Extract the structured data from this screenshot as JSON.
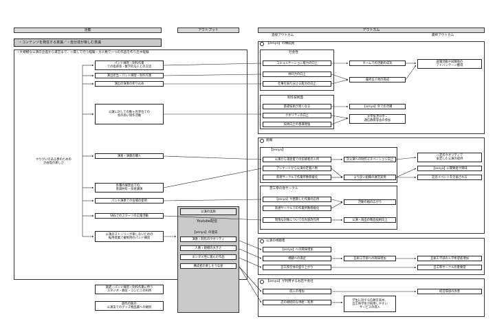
{
  "headers": {
    "activity": "活動",
    "output": "アウトプット",
    "outcome": "アウトカム",
    "initial_outcome": "直接アウトカム",
    "final_outcome": "最終アウトカム"
  },
  "top_statement": "・コンテンツを発信する意識／・自分達が楽しむ意識",
  "left_frame_title": "・大規模な公演の企画から運営まで、一貫して行う経験・大人数で一つの作品を作り出す経験",
  "left_sidebar_text": "やりがいのある夢のための\n企画等の楽しさ",
  "activities": [
    "パンド練習・制作作業\nでの指導等・数学的な人との交流",
    "演出担当・パンド練習・制作作業",
    "演出の演奏の折り込め",
    "公演に対しての数ヶ月単位での\n長の高い制作活動",
    "演奏・演劇の購入",
    "各種の練習会での、\n意識共有・技術講演",
    "パンド演奏での会場の使用",
    "SNSでのスターツの広報活動",
    "公演のストーリーが楽しないための\n転用授業で複製用のパンド練習",
    "楽譜・パンド練習・制作作業に伴う\nスタジオ・教室・コンビニの利用",
    "劇作の販売\n公演実でのグッズ物品業への継続"
  ],
  "output": {
    "title": "公演の実施",
    "subtitle": "Youtube配信",
    "section_title": "【zenya】の過去",
    "items": [
      "演奏・制作のクオリティ",
      "人数・規模の大きさ",
      "エンタメ性に富んだ作品",
      "構成者の楽しそうな姿"
    ]
  },
  "sections": [
    {
      "title": "【zenya】の構成員",
      "sub1_title": "社会性",
      "sub1_items": [
        "コミュニケーション能力の向上",
        "共同力の向上",
        "仕事を振り分ける能力の向上"
      ],
      "sub2_title": "制作技術面",
      "sub2_items": [
        "基礎技術が高くなる",
        "クオリティの向上",
        "技術向上の意識増強"
      ],
      "mid": [
        "チームでの活動の成功",
        "優秀な人材の育成",
        "【zenya】外での活躍",
        "大学生活や学・\n通信教育等会の参加"
      ],
      "final": [
        "就職活動や就職後の\nアドバンテージ獲得"
      ]
    },
    {
      "title": "組織",
      "sub1_title": "【zenya】",
      "sub1_items": [
        "公演から満足度での伝統者の入所",
        "アンケートから公演の定着人物",
        "新規サークルで作業所数移植化"
      ],
      "sub2_title": "芸工祭の他サークル",
      "sub2_items": [
        "【zenya】や歴期した作業の応用",
        "新規サークルでの作業所数移植化",
        "制限な対象についての内容改作用"
      ],
      "mid": [
        "次公演への制作モチベーション向上",
        "より良い組織の運営実現",
        "活動の幅の広がり",
        "公演・商品の製品技術向上"
      ],
      "final": [
        "一定のクオリティで\n安定した公演の提供",
        "【zenya】に関要者が興味",
        "記念イベントを企画される"
      ]
    },
    {
      "title": "公演の視聴者",
      "items": [
        "【zenya】への興味増加",
        "視聴への満足",
        "芸工祭全体の盛り上がり"
      ],
      "mid": [
        "芸術工学部への興味増加"
      ],
      "final": [
        "芸術工学部の入学希望者増加",
        "芸工祭サークルの重要度"
      ]
    },
    {
      "title": "【zenya】が利用するお店や会社",
      "items": [
        "収入の増加",
        "店の継続的な供給・利用"
      ],
      "mid": [
        "学生に対する信頼を高め、\n芸工祭学生が利用しやすい\nサービスの導入"
      ],
      "final": [
        "経営環境の改善"
      ]
    }
  ]
}
